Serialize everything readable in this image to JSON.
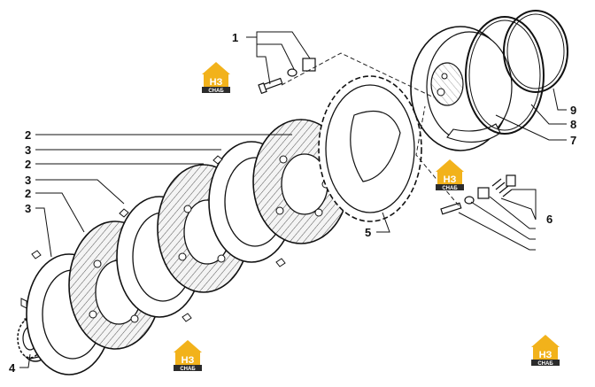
{
  "diagram": {
    "callouts": [
      {
        "id": "c1",
        "label": "1"
      },
      {
        "id": "c2a",
        "label": "2"
      },
      {
        "id": "c3a",
        "label": "3"
      },
      {
        "id": "c2b",
        "label": "2"
      },
      {
        "id": "c3b",
        "label": "3"
      },
      {
        "id": "c2c",
        "label": "2"
      },
      {
        "id": "c3c",
        "label": "3"
      },
      {
        "id": "c4",
        "label": "4"
      },
      {
        "id": "c5",
        "label": "5"
      },
      {
        "id": "c6",
        "label": "6"
      },
      {
        "id": "c7",
        "label": "7"
      },
      {
        "id": "c8",
        "label": "8"
      },
      {
        "id": "c9",
        "label": "9"
      }
    ]
  },
  "watermark": {
    "logo_letters": "НЗ",
    "logo_word": "СНАБ",
    "colors": {
      "house": "#f2b21b",
      "dark": "#2b2b2b",
      "letters": "#ffffff"
    }
  }
}
